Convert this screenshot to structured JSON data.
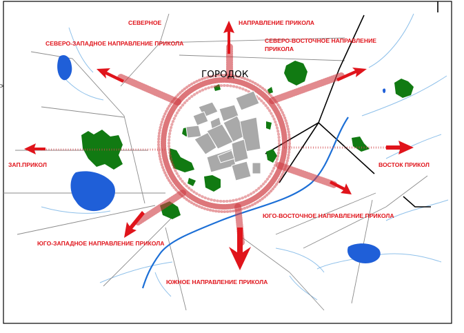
{
  "map": {
    "town_label": "ГОРОДОК",
    "labels": {
      "north_title": "СЕВЕРНОЕ",
      "north": "НАПРАВЛЕНИЕ ПРИКОЛА",
      "northwest": "СЕВЕРО-ЗАПАДНОЕ НАПРАВЛЕНИЕ ПРИКОЛА",
      "northeast_1": "СЕВЕРО-ВОСТОЧНОЕ НАПРАВЛЕНИЕ",
      "northeast_2": "ПРИКОЛА",
      "west": "ЗАП.ПРИКОЛ",
      "east": "ВОСТОК ПРИКОЛ",
      "southeast": "ЮГО-ВОСТОЧНОЕ НАПРАВЛЕНИЕ ПРИКОЛА",
      "southwest": "ЮГО-ЗАПАДНОЕ НАПРАВЛЕНИЕ ПРИКОЛА",
      "south": "ЮЖНОЕ НАПРАВЛЕНИЕ ПРИКОЛА"
    },
    "colors": {
      "arrow": "#e0141b",
      "forest": "#117a12",
      "lake": "#1f5fd8",
      "river": "#1c6fd6",
      "road": "#000000",
      "paths": "#8a8a8a",
      "blocks": "#a9a9a9",
      "creeks": "#8ec0ea"
    }
  }
}
